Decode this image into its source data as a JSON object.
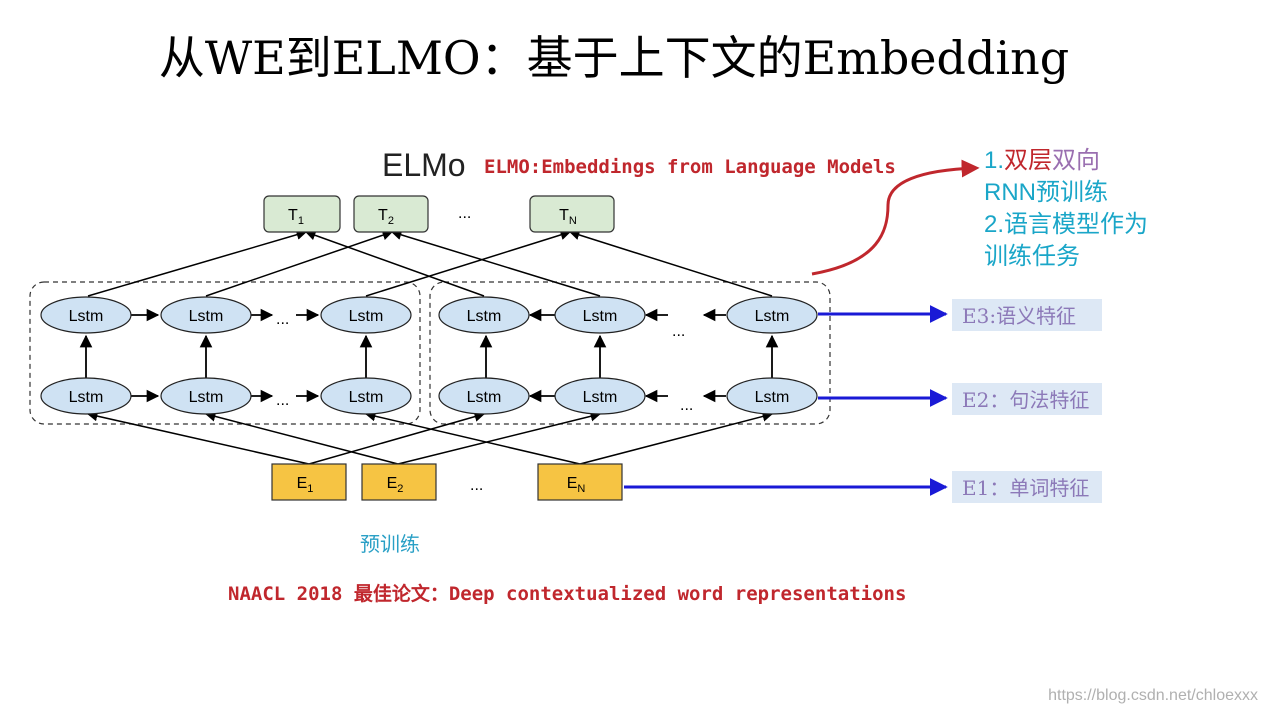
{
  "title": "从WE到ELMO：基于上下文的Embedding",
  "elmo_heading": "ELMo",
  "elmo_subtitle": "ELMO:Embeddings from Language Models",
  "cell_label": "Lstm",
  "ellipsis": "...",
  "outputs": [
    {
      "main": "T",
      "sub": "1"
    },
    {
      "main": "T",
      "sub": "2"
    },
    {
      "main": "T",
      "sub": "N"
    }
  ],
  "embeddings": [
    {
      "main": "E",
      "sub": "1"
    },
    {
      "main": "E",
      "sub": "2"
    },
    {
      "main": "E",
      "sub": "N"
    }
  ],
  "pretrain_label": "预训练",
  "notes": {
    "line1_num": "1.",
    "line1_a": "双层",
    "line1_b": "双向",
    "line2": "RNN预训练",
    "line3": "2.语言模型作为",
    "line4": "训练任务"
  },
  "features": [
    {
      "label": "E3:语义特征"
    },
    {
      "label": "E2：句法特征"
    },
    {
      "label": "E1：单词特征"
    }
  ],
  "paper_caption": "NAACL 2018 最佳论文：Deep contextualized word representations",
  "watermark": "https://blog.csdn.net/chloexxx",
  "colors": {
    "lstm_fill": "#cfe2f3",
    "output_fill": "#d9ead3",
    "embedding_fill": "#f6c443",
    "red": "#c0272d",
    "blue_arrow": "#1a1ad6",
    "teal_note": "#1aa6c8",
    "purple_note": "#9a6fb0",
    "feature_box": "#dde8f5",
    "feature_text": "#8c79b8"
  }
}
